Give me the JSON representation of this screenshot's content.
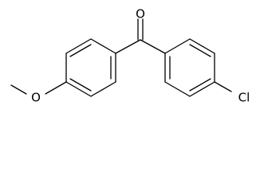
{
  "molecule": {
    "atoms": {
      "carbonyl_oxygen": "O",
      "methoxy_oxygen": "O",
      "chlorine": "Cl"
    }
  }
}
